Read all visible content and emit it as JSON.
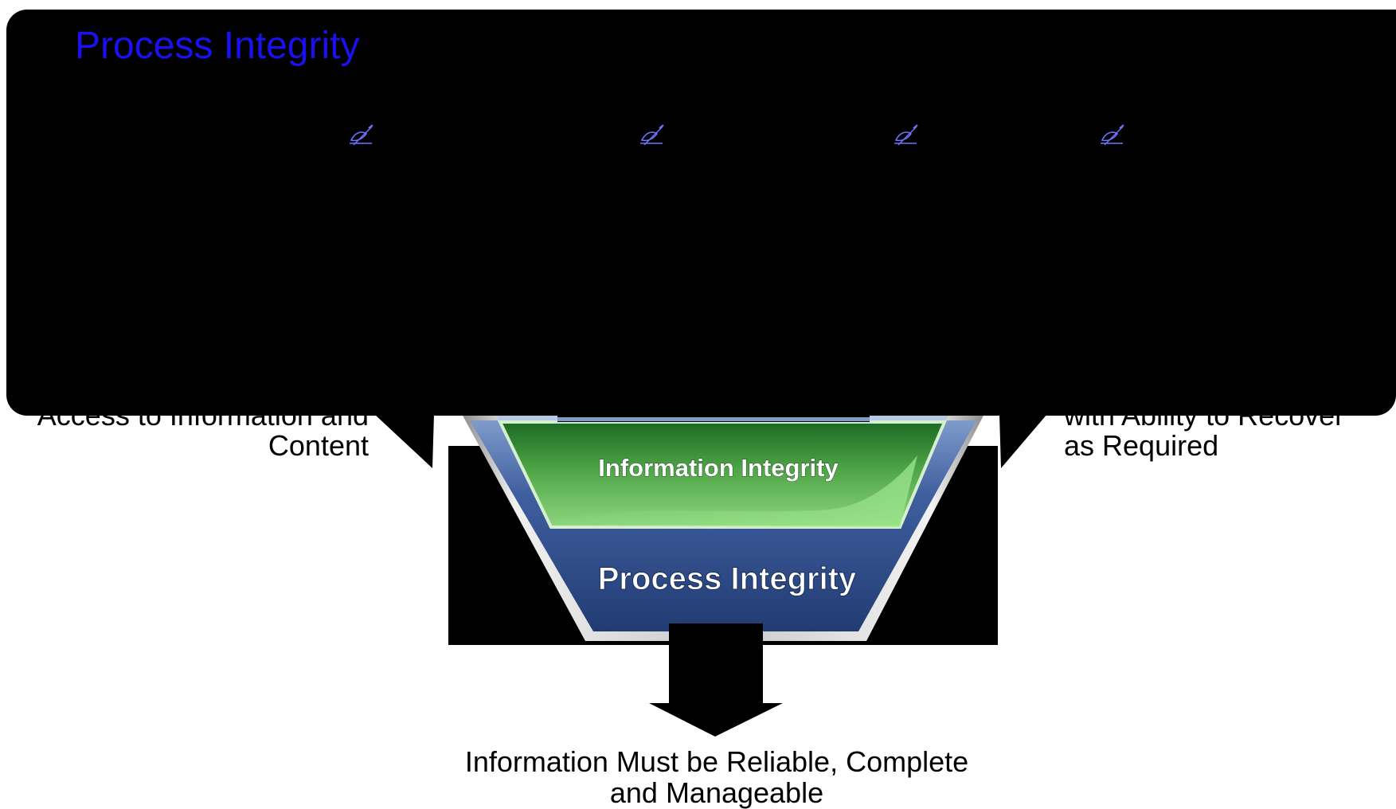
{
  "title": "Process Integrity",
  "diagram": {
    "left_label": "Access to Information and Content",
    "right_label": "with Ability to Recover as Required",
    "bottom_label": "Information Must be Reliable, Complete and Manageable",
    "layers": {
      "information": "Information Integrity",
      "process": "Process Integrity"
    }
  },
  "icons": {
    "note": "pen-note-icon"
  },
  "colors": {
    "title": "#1a10f0",
    "header_background": "#000000",
    "information_layer": "#6dc45d",
    "process_layer": "#2d4a84",
    "icon": "#6f74ff"
  }
}
